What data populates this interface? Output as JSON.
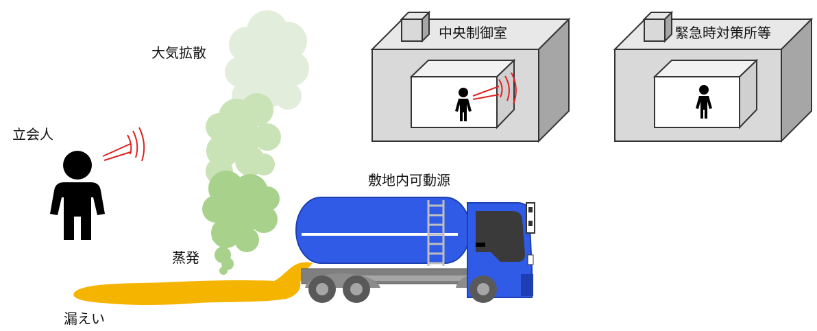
{
  "labels": {
    "atmospheric_diffusion": "大気拡散",
    "witness": "立会人",
    "evaporation": "蒸発",
    "leak": "漏えい",
    "onsite_mobile_source": "敷地内可動源",
    "central_control_room": "中央制御室",
    "emergency_response_center": "緊急時対策所等"
  },
  "colors": {
    "tank_blue": "#2f5be6",
    "spill_yellow": "#f5b400",
    "plume_light": "#e2eedb",
    "plume_mid": "#bcd9a6",
    "plume_dark": "#9ccb7e",
    "building_gray": "#d9d9d9",
    "signal_red": "#e02020"
  }
}
